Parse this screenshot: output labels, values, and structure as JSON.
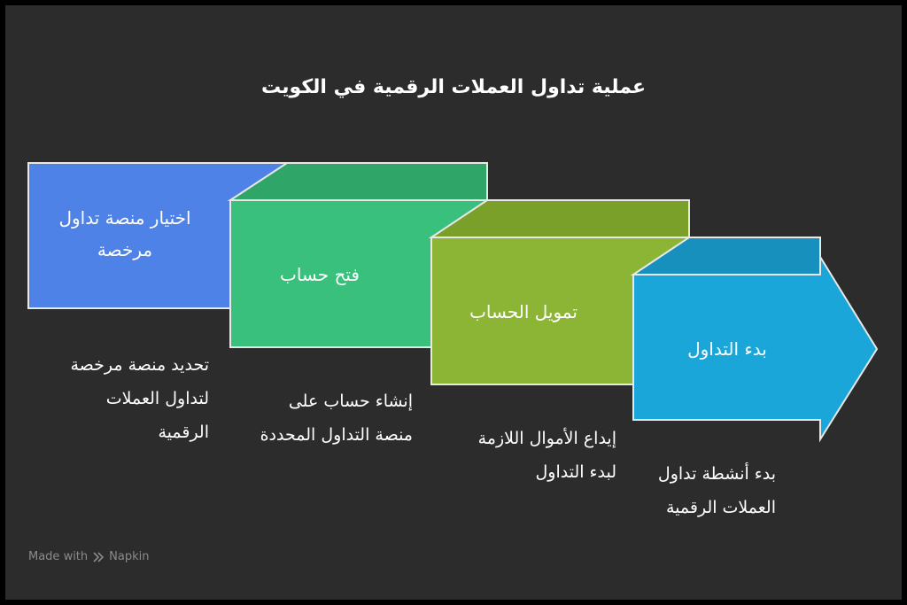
{
  "title": "عملية تداول العملات الرقمية في الكويت",
  "colors": {
    "background": "#2c2c2c",
    "step1": "#4f82e6",
    "step2": "#39c07c",
    "step3": "#8cb535",
    "step4": "#1ba6d9"
  },
  "steps": [
    {
      "label_line1": "اختيار منصة تداول",
      "label_line2": "مرخصة",
      "desc_line1": "تحديد منصة مرخصة",
      "desc_line2": "لتداول العملات",
      "desc_line3": "الرقمية"
    },
    {
      "label": "فتح حساب",
      "desc_line1": "إنشاء حساب على",
      "desc_line2": "منصة التداول المحددة"
    },
    {
      "label": "تمويل الحساب",
      "desc_line1": "إيداع الأموال اللازمة",
      "desc_line2": "لبدء التداول"
    },
    {
      "label": "بدء التداول",
      "desc_line1": "بدء أنشطة تداول",
      "desc_line2": "العملات الرقمية"
    }
  ],
  "watermark": {
    "prefix": "Made with",
    "brand": "Napkin",
    "icon": "napkin-logo-icon"
  }
}
